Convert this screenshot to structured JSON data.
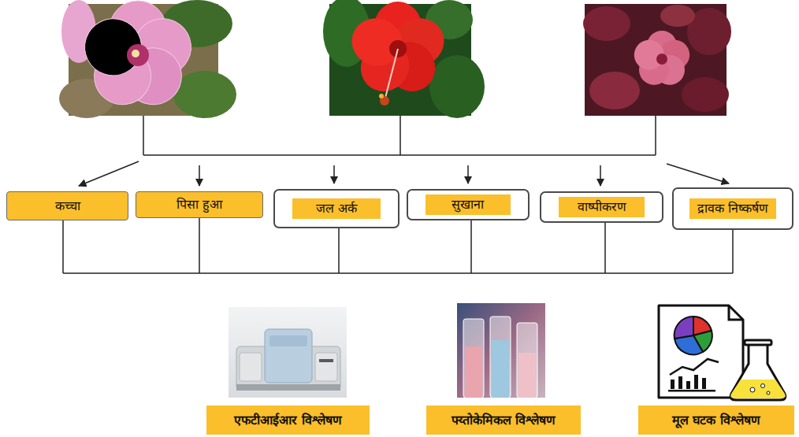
{
  "diagram": {
    "nodes": [
      {
        "text": [
          "कच्चा"
        ]
      },
      {
        "text": [
          "पिसा हुआ"
        ]
      },
      {
        "text": [
          "जल अर्क"
        ]
      },
      {
        "text": [
          "सुखाना"
        ]
      },
      {
        "text": [
          "वाष्पीकरण"
        ]
      },
      {
        "text": [
          "द्रावक निष्कर्षण"
        ]
      },
      {
        "text": [
          "एफटीआईआर विश्लेषण"
        ]
      },
      {
        "text": [
          "फ्य्तोकेमिकल विश्लेषण"
        ]
      },
      {
        "text": [
          "मूल घटक विश्लेषण"
        ]
      }
    ]
  }
}
